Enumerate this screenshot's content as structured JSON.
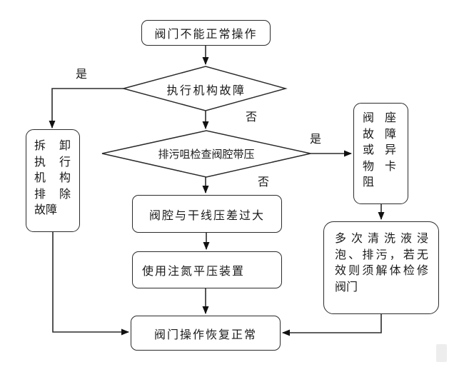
{
  "colors": {
    "line": "#2b2b2b",
    "text": "#1a1a1a",
    "background": "#ffffff"
  },
  "nodes": {
    "start": {
      "text": "阀门不能正常操作"
    },
    "decision_actuator": {
      "text": "执行机构故障"
    },
    "remove_actuator": {
      "text": "拆卸执行机构排除故障",
      "lines": [
        "拆卸",
        "执行",
        "机构",
        "排除",
        "故障"
      ]
    },
    "decision_drain": {
      "text": "排污咀检查阀腔带压"
    },
    "seat_fault": {
      "text": "阀座故障或异物卡阻",
      "lines": [
        "阀座",
        "故障",
        "或异",
        "物卡",
        "阻"
      ]
    },
    "pressure_diff": {
      "text": "阀腔与干线压差过大"
    },
    "nitrogen": {
      "text": "使用注氮平压装置"
    },
    "clean_soak": {
      "text": "多次清洗液浸泡、排污，若无效则须解体检修阀门",
      "lines": [
        "多次清洗液浸",
        "泡、排污，若无",
        "效则须解体检修",
        "阀门"
      ]
    },
    "end": {
      "text": "阀门操作恢复正常"
    }
  },
  "edge_labels": {
    "yes1": "是",
    "no1": "否",
    "yes2": "是",
    "no2": "否"
  }
}
